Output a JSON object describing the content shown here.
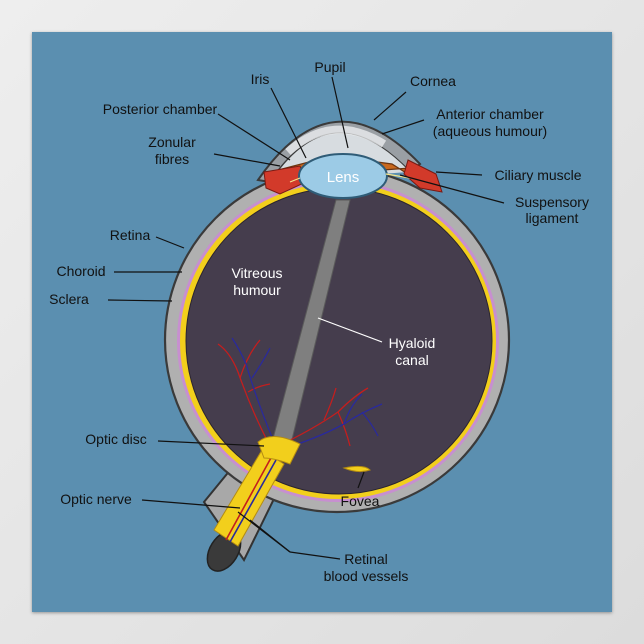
{
  "labels": {
    "pupil": "Pupil",
    "iris": "Iris",
    "cornea": "Cornea",
    "posterior_chamber": "Posterior chamber",
    "anterior_chamber_1": "Anterior chamber",
    "anterior_chamber_2": "(aqueous humour)",
    "zonular_fibres_1": "Zonular",
    "zonular_fibres_2": "fibres",
    "lens": "Lens",
    "ciliary_muscle": "Ciliary muscle",
    "suspensory_ligament_1": "Suspensory",
    "suspensory_ligament_2": "ligament",
    "retina": "Retina",
    "choroid": "Choroid",
    "sclera": "Sclera",
    "vitreous_humour_1": "Vitreous",
    "vitreous_humour_2": "humour",
    "hyaloid_canal_1": "Hyaloid",
    "hyaloid_canal_2": "canal",
    "optic_disc": "Optic disc",
    "optic_nerve": "Optic nerve",
    "fovea": "Fovea",
    "retinal_blood_vessels_1": "Retinal",
    "retinal_blood_vessels_2": "blood vessels"
  },
  "colors": {
    "background": "#5b8fb0",
    "sclera": "#b0b0b0",
    "choroid": "#c78fd0",
    "retina": "#f2cf1c",
    "vitreous": "#453d4d",
    "lens": "#9ccbe6",
    "cornea": "#c9cfd4",
    "iris": "#c8681e",
    "ciliary_muscle": "#d23a2a",
    "artery": "#c41e1e",
    "vein": "#2a2a9c"
  }
}
